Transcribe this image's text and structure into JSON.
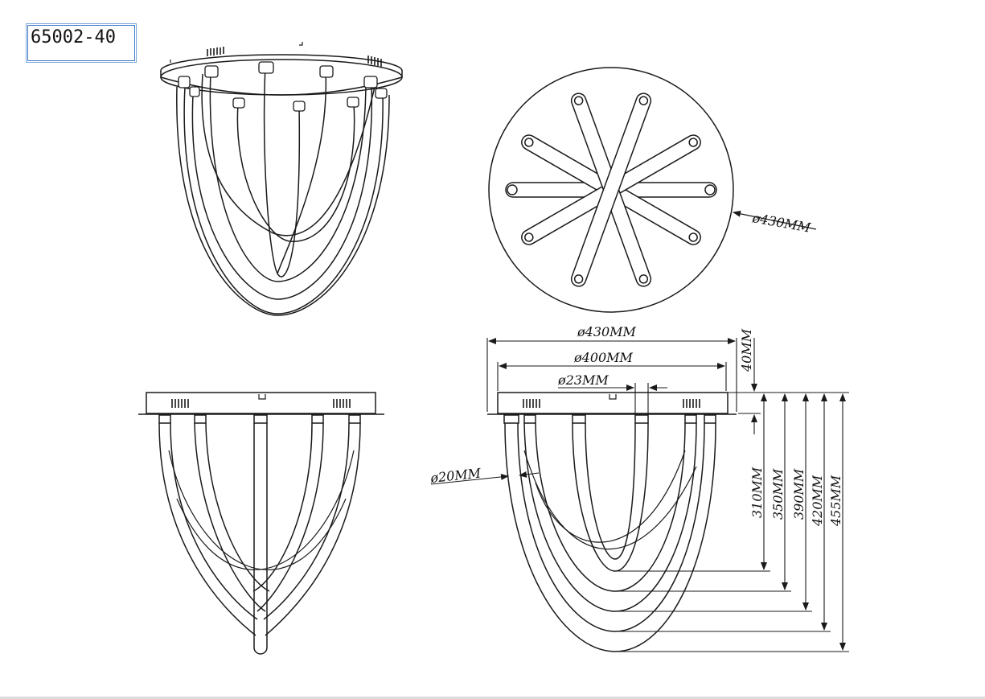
{
  "model": {
    "code": "65002-40"
  },
  "dimensions": {
    "diameter_side_view": "ø20MM",
    "diameter_top_view": "ø430MM",
    "diameter_overall": "ø430MM",
    "diameter_mount": "ø400MM",
    "diameter_tube": "ø23MM",
    "canopy_height": "40MM",
    "heights": [
      "310MM",
      "350MM",
      "390MM",
      "420MM",
      "455MM"
    ]
  },
  "colors": {
    "line": "#1a1a1a",
    "frame": "#3a78c8"
  }
}
